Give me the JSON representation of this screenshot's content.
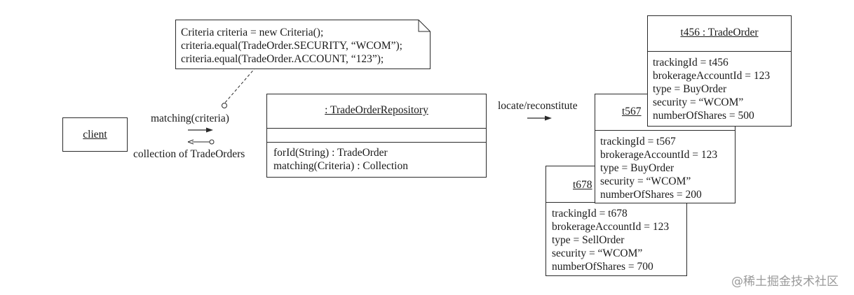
{
  "note": {
    "lines": [
      "Criteria criteria = new Criteria();",
      "criteria.equal(TradeOrder.SECURITY, “WCOM”);",
      "criteria.equal(TradeOrder.ACCOUNT, “123”);"
    ]
  },
  "client": {
    "label": "client"
  },
  "messages": {
    "matching": "matching(criteria)",
    "collection": "collection of TradeOrders",
    "locate": "locate/reconstitute"
  },
  "repository": {
    "name": ": TradeOrderRepository",
    "operations": [
      "forId(String) : TradeOrder",
      "matching(Criteria) : Collection"
    ]
  },
  "orders": [
    {
      "name": "t456 : TradeOrder",
      "attributes": [
        "trackingId = t456",
        "brokerageAccountId = 123",
        "type = BuyOrder",
        "security = “WCOM”",
        "numberOfShares = 500"
      ]
    },
    {
      "name": "t567",
      "attributes": [
        "trackingId = t567",
        "brokerageAccountId = 123",
        "type = BuyOrder",
        "security = “WCOM”",
        "numberOfShares = 200"
      ]
    },
    {
      "name": "t678",
      "attributes": [
        "trackingId = t678",
        "brokerageAccountId = 123",
        "type = SellOrder",
        "security = “WCOM”",
        "numberOfShares = 700"
      ]
    }
  ],
  "watermark": "@稀土掘金技术社区"
}
